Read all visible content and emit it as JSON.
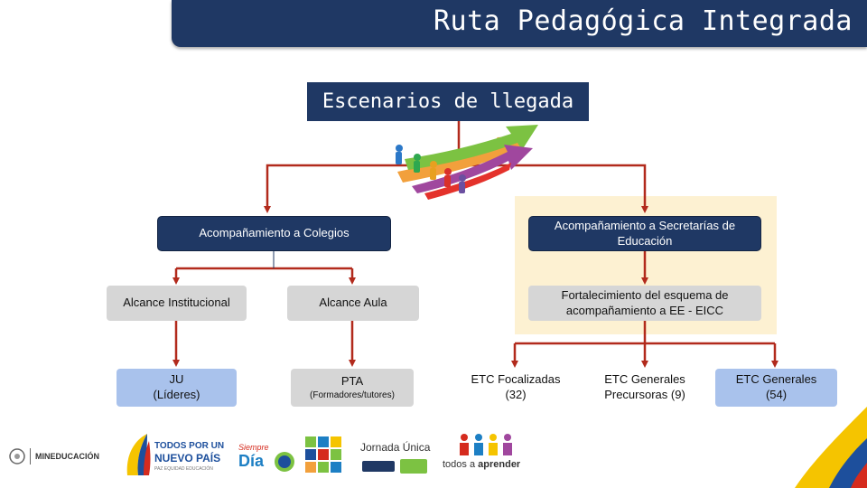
{
  "header": {
    "title": "Ruta Pedagógica Integrada"
  },
  "diagram": {
    "heading": "Escenarios de llegada",
    "left_branch": {
      "label": "Acompañamiento a Colegios",
      "children": [
        {
          "label": "Alcance Institucional",
          "child": {
            "line1": "JU",
            "line2": "(Líderes)"
          }
        },
        {
          "label": "Alcance Aula",
          "child": {
            "line1": "PTA",
            "line2": "(Formadores/tutores)"
          }
        }
      ]
    },
    "right_branch": {
      "label": "Acompañamiento a Secretarías de Educación",
      "child": {
        "label": "Fortalecimiento del esquema de acompañamiento a EE - EICC",
        "children": [
          {
            "line1": "ETC Focalizadas",
            "line2": "(32)"
          },
          {
            "line1": "ETC Generales",
            "line2": "Precursoras (9)"
          },
          {
            "line1": "ETC Generales",
            "line2": "(54)"
          }
        ]
      }
    }
  },
  "footer": {
    "logos": {
      "mineducacion": "MINEDUCACIÓN",
      "nuevo_pais_line1": "TODOS POR UN",
      "nuevo_pais_line2": "NUEVO PAÍS",
      "nuevo_pais_line3": "PAZ  EQUIDAD  EDUCACIÓN",
      "siempre": "Siempre",
      "dia": "Día",
      "jornada_unica": "Jornada Única",
      "todos_aprender_pre": "todos a ",
      "todos_aprender_bold": "aprender"
    }
  },
  "colors": {
    "navy": "#1f3864",
    "arrow": "#b22a1c",
    "panel": "#fdf1d2",
    "grey": "#d6d6d6",
    "blue": "#a9c2ec"
  }
}
